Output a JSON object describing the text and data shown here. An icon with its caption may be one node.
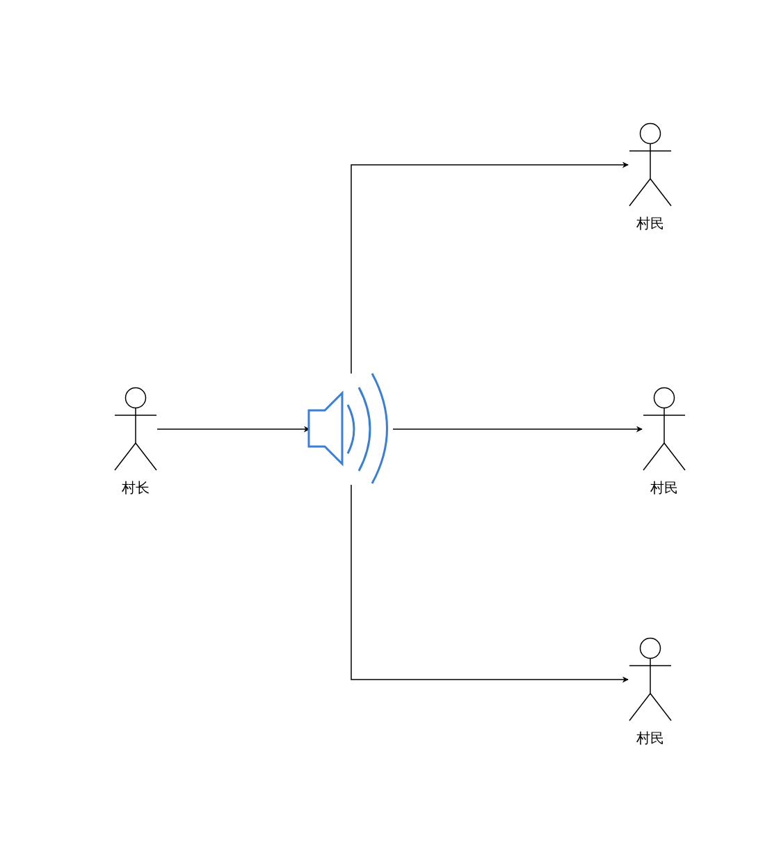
{
  "diagram": {
    "nodes": [
      {
        "text": [
          "村长"
        ]
      },
      {
        "text": [],
        "shape": "speaker"
      },
      {
        "text": [
          "村民"
        ]
      },
      {
        "text": [
          "村民"
        ]
      },
      {
        "text": [
          "村民"
        ]
      }
    ],
    "edges": [
      {
        "from": 0,
        "to": 1,
        "arrow": "to"
      },
      {
        "from": 1,
        "to": 2,
        "arrow": "to"
      },
      {
        "from": 1,
        "to": 3,
        "arrow": "to"
      },
      {
        "from": 1,
        "to": 4,
        "arrow": "to"
      }
    ]
  }
}
